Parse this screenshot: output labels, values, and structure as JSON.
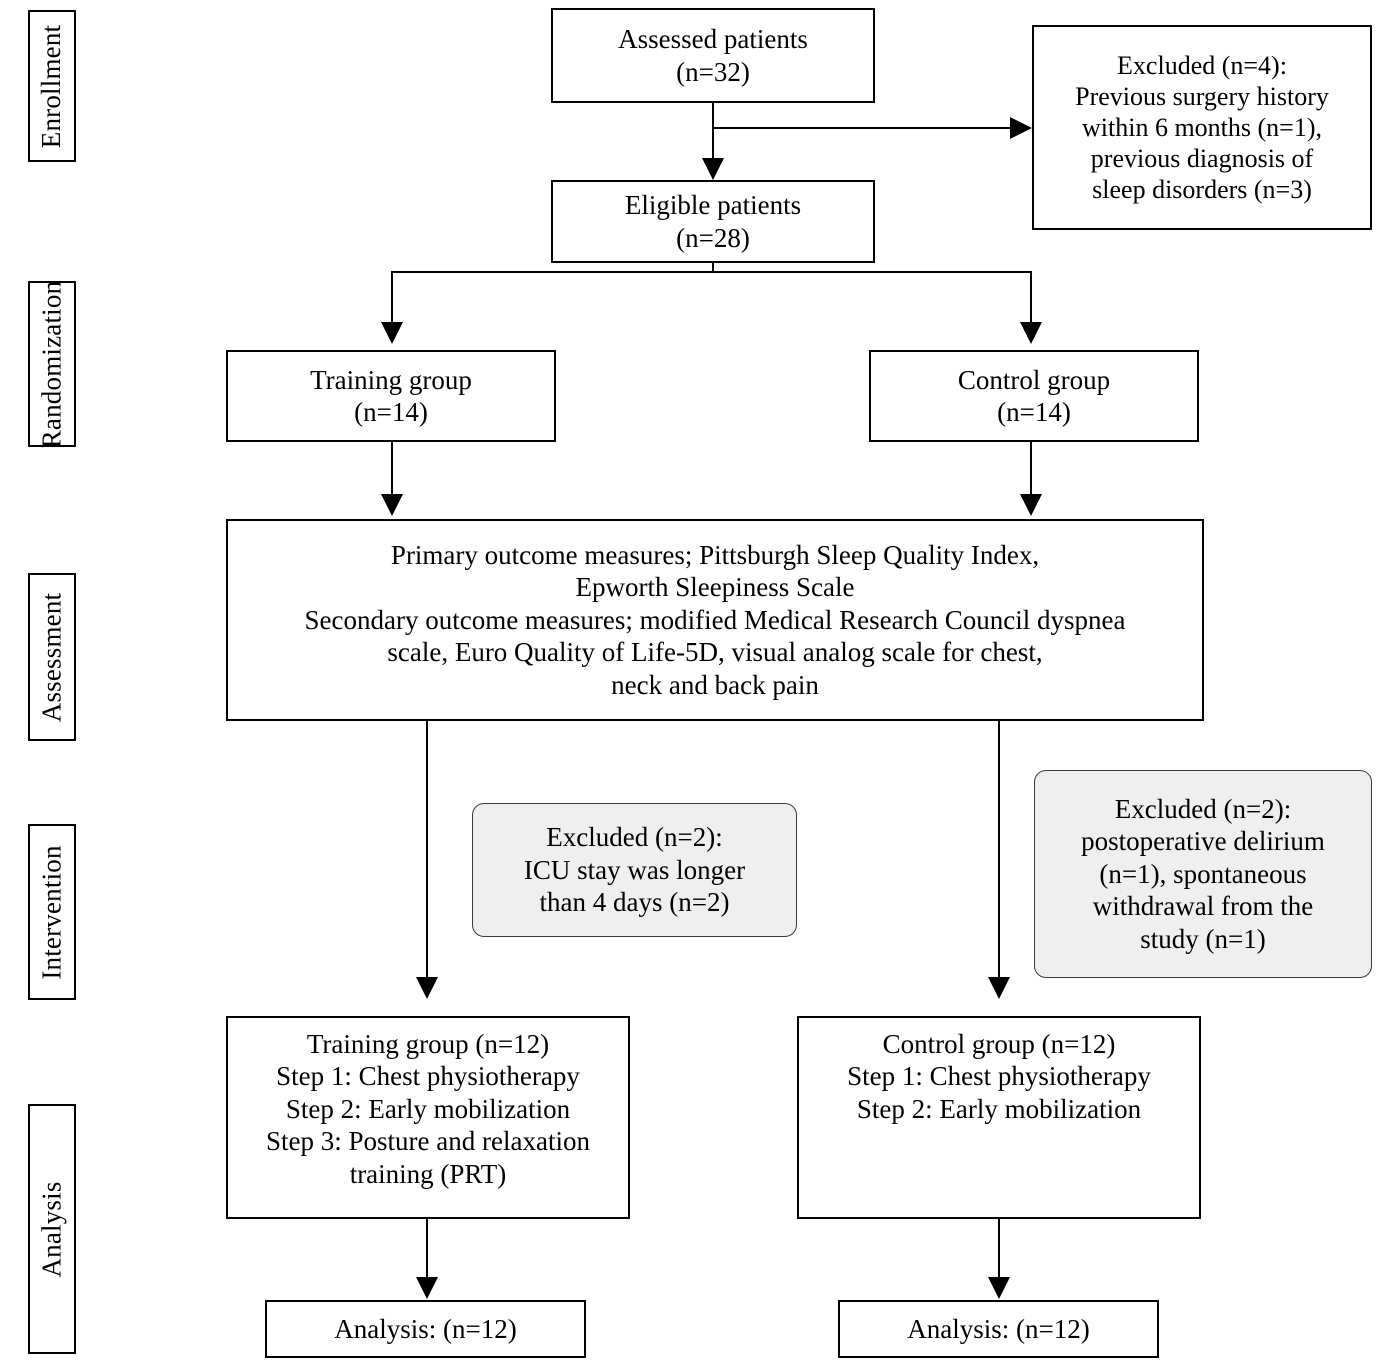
{
  "diagram": {
    "title": "CONSORT participant flow diagram",
    "stages": [
      {
        "id": "enrollment",
        "label": "Enrollment"
      },
      {
        "id": "randomization",
        "label": "Randomization"
      },
      {
        "id": "assessment",
        "label": "Assessment"
      },
      {
        "id": "intervention",
        "label": "Intervention"
      },
      {
        "id": "analysis",
        "label": "Analysis"
      }
    ],
    "nodes": {
      "assessed": {
        "lines": [
          "Assessed patients",
          "(n=32)"
        ]
      },
      "excluded_enrollment": {
        "lines": [
          "Excluded (n=4):",
          "Previous surgery history",
          "within 6 months (n=1),",
          "previous diagnosis of",
          "sleep disorders (n=3)"
        ]
      },
      "eligible": {
        "lines": [
          "Eligible patients",
          "(n=28)"
        ]
      },
      "training_group": {
        "lines": [
          "Training group",
          "(n=14)"
        ]
      },
      "control_group": {
        "lines": [
          "Control group",
          "(n=14)"
        ]
      },
      "outcome_measures": {
        "lines": [
          "Primary outcome measures; Pittsburgh Sleep Quality Index,",
          "Epworth Sleepiness Scale",
          "Secondary outcome measures; modified Medical Research Council dyspnea",
          "scale, Euro Quality of Life-5D, visual analog scale for chest,",
          "neck and back pain"
        ]
      },
      "excluded_training": {
        "lines": [
          "Excluded (n=2):",
          "ICU stay was longer",
          "than 4 days (n=2)"
        ]
      },
      "excluded_control": {
        "lines": [
          "Excluded (n=2):",
          "postoperative delirium",
          "(n=1), spontaneous",
          "withdrawal from the",
          "study (n=1)"
        ]
      },
      "training_intervention": {
        "lines": [
          "Training group (n=12)",
          "Step 1: Chest physiotherapy",
          "Step 2: Early mobilization",
          "Step 3: Posture and relaxation",
          "training (PRT)"
        ]
      },
      "control_intervention": {
        "lines": [
          "Control group (n=12)",
          "Step 1: Chest physiotherapy",
          "Step 2: Early mobilization"
        ]
      },
      "analysis_training": {
        "lines": [
          "Analysis: (n=12)"
        ]
      },
      "analysis_control": {
        "lines": [
          "Analysis: (n=12)"
        ]
      }
    },
    "colors": {
      "stroke": "#000000",
      "background": "#ffffff",
      "excluded_fill": "#efefef",
      "excluded_stroke": "#3a3a3a"
    }
  }
}
